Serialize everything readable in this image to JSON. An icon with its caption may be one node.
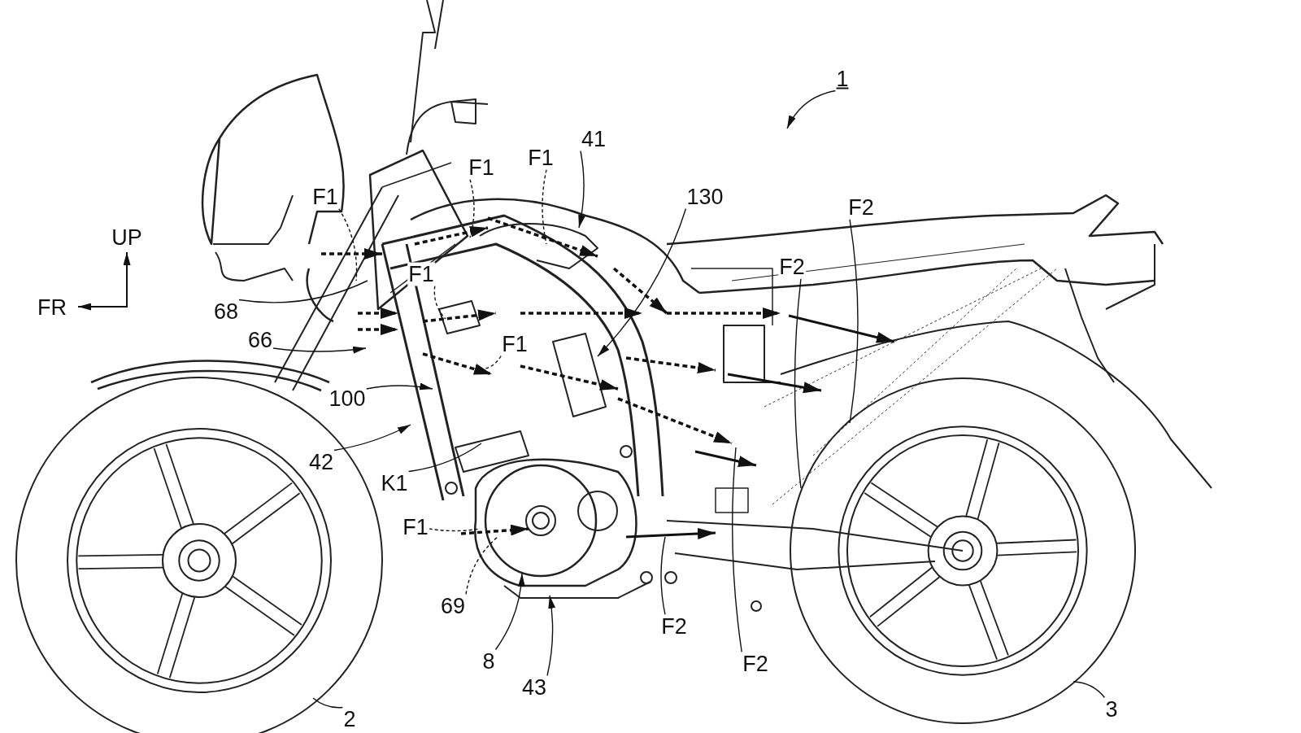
{
  "diagram": {
    "nodes": [
      {
        "text": [
          "1"
        ]
      },
      {
        "text": [
          "41"
        ]
      },
      {
        "text": [
          "F1"
        ]
      },
      {
        "text": [
          "F1"
        ]
      },
      {
        "text": [
          "130"
        ]
      },
      {
        "text": [
          "F1"
        ]
      },
      {
        "text": [
          "F2"
        ]
      },
      {
        "text": [
          "F2"
        ]
      },
      {
        "text": [
          "F1"
        ]
      },
      {
        "text": [
          "68"
        ]
      },
      {
        "text": [
          "66"
        ]
      },
      {
        "text": [
          "F1"
        ]
      },
      {
        "text": [
          "100"
        ]
      },
      {
        "text": [
          "42"
        ]
      },
      {
        "text": [
          "K1"
        ]
      },
      {
        "text": [
          "F1"
        ]
      },
      {
        "text": [
          "69"
        ]
      },
      {
        "text": [
          "F2"
        ]
      },
      {
        "text": [
          "8"
        ]
      },
      {
        "text": [
          "F2"
        ]
      },
      {
        "text": [
          "43"
        ]
      },
      {
        "text": [
          "3"
        ]
      },
      {
        "text": [
          "2"
        ]
      }
    ],
    "edges": [
      {
        "from": 0,
        "to": null,
        "arrow": "to"
      },
      {
        "from": 1,
        "to": null,
        "arrow": "to"
      },
      {
        "from": 2,
        "to": null,
        "arrow": "none",
        "style": "dashed"
      },
      {
        "from": 3,
        "to": null,
        "arrow": "none",
        "style": "dashed"
      },
      {
        "from": 4,
        "to": null,
        "arrow": "to"
      },
      {
        "from": 5,
        "to": null,
        "arrow": "none",
        "style": "dashed"
      },
      {
        "from": 6,
        "to": null,
        "arrow": "none"
      },
      {
        "from": 7,
        "to": null,
        "arrow": "none"
      },
      {
        "from": 8,
        "to": null,
        "arrow": "none",
        "style": "dashed"
      },
      {
        "from": 9,
        "to": null,
        "arrow": "none"
      },
      {
        "from": 10,
        "to": null,
        "arrow": "to"
      },
      {
        "from": 11,
        "to": null,
        "arrow": "none",
        "style": "dashed"
      },
      {
        "from": 12,
        "to": null,
        "arrow": "to"
      },
      {
        "from": 13,
        "to": null,
        "arrow": "to"
      },
      {
        "from": 14,
        "to": null,
        "arrow": "none"
      },
      {
        "from": 15,
        "to": null,
        "arrow": "none",
        "style": "dashed"
      },
      {
        "from": 16,
        "to": null,
        "arrow": "none",
        "style": "dashed"
      },
      {
        "from": 17,
        "to": null,
        "arrow": "none"
      },
      {
        "from": 18,
        "to": null,
        "arrow": "to"
      },
      {
        "from": 19,
        "to": null,
        "arrow": "none"
      },
      {
        "from": 20,
        "to": null,
        "arrow": "to"
      },
      {
        "from": 21,
        "to": null,
        "arrow": "none"
      },
      {
        "from": 22,
        "to": null,
        "arrow": "none"
      }
    ],
    "labels": [
      "UP",
      "FR"
    ]
  }
}
